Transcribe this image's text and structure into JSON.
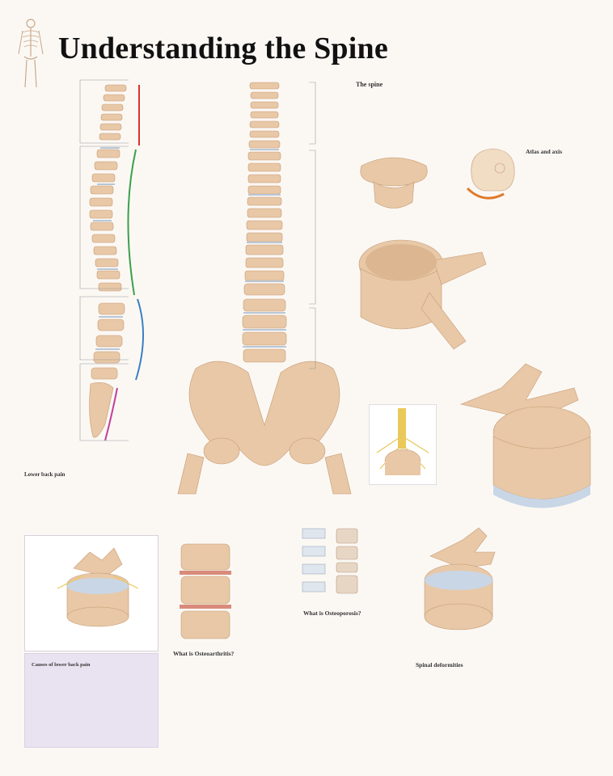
{
  "poster": {
    "title": "Understanding the Spine"
  },
  "colors": {
    "bone": "#e8c8a6",
    "bone_dark": "#c79a74",
    "disc": "#c9d6e6",
    "cervical_line": "#d9342b",
    "thoracic_line": "#3aa04a",
    "lumbar_line": "#3b7fc4",
    "sacral_line": "#c0409c",
    "background": "#fbf8f4",
    "lilac_box": "#e9e3f1"
  },
  "sections": {
    "spine": {
      "title": "The spine"
    },
    "atlas": {
      "title": "Atlas and axis"
    },
    "lower_back": {
      "title": "Lower back pain"
    },
    "causes": {
      "title": "Causes of lower back pain"
    },
    "osteoarthritis": {
      "title": "What is Osteoarthritis?"
    },
    "osteoporosis": {
      "title": "What is Osteoporosis?"
    },
    "deformities": {
      "title": "Spinal deformities"
    }
  }
}
